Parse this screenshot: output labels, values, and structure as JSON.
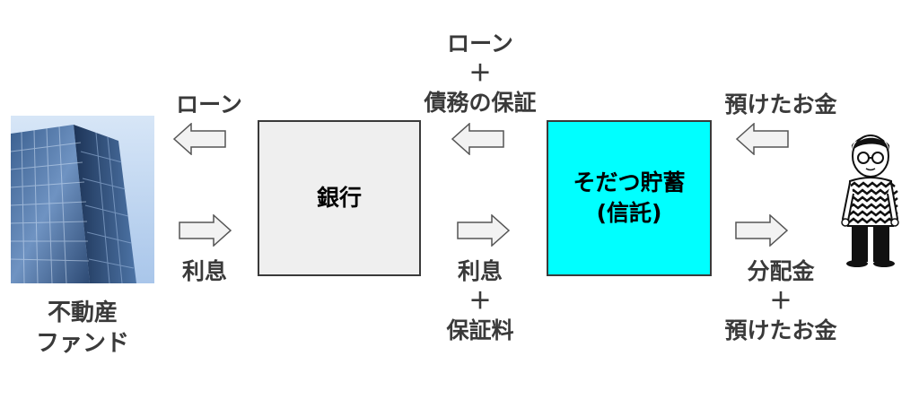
{
  "colors": {
    "bank_box": "#efefef",
    "trust_box": "#00ffff",
    "arrow_fill": "#f2f2f2",
    "arrow_stroke": "#555555",
    "text": "#3a3a3a"
  },
  "fund": {
    "label_line1": "不動産",
    "label_line2": "ファンド",
    "image": "office-building-photo"
  },
  "bank": {
    "label": "銀行"
  },
  "trust": {
    "label_line1": "そだつ貯蓄",
    "label_line2": "(信託)"
  },
  "investor": {
    "image": "person-with-glasses-icon"
  },
  "flows": {
    "bank_to_fund": {
      "label": "ローン"
    },
    "fund_to_bank": {
      "label": "利息"
    },
    "trust_to_bank": {
      "line1": "ローン",
      "line2": "＋",
      "line3": "債務の保証"
    },
    "bank_to_trust": {
      "line1": "利息",
      "line2": "＋",
      "line3": "保証料"
    },
    "investor_to_trust": {
      "label": "預けたお金"
    },
    "trust_to_investor": {
      "line1": "分配金",
      "line2": "＋",
      "line3": "預けたお金"
    }
  }
}
